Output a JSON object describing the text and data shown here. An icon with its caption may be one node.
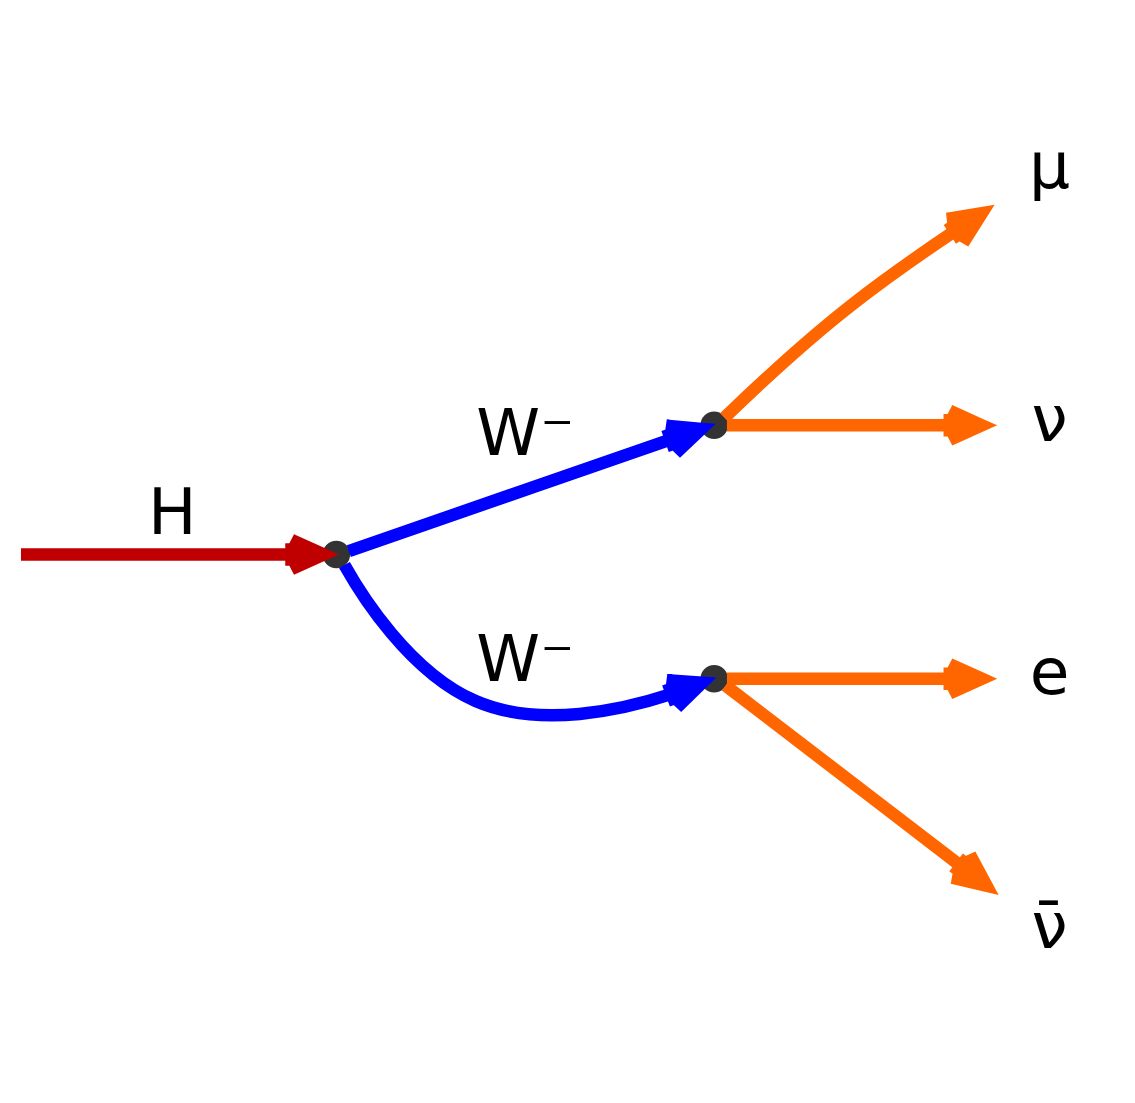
{
  "diagram": {
    "nodes": [
      {
        "text": [],
        "shape": "point"
      },
      {
        "text": [],
        "shape": "point"
      },
      {
        "text": [],
        "shape": "point"
      },
      {
        "text": [
          "μ"
        ]
      },
      {
        "text": [
          "ν"
        ]
      },
      {
        "text": [
          "e"
        ]
      },
      {
        "text": [
          "ν̄"
        ]
      }
    ],
    "edges": [
      {
        "from": null,
        "to": 0,
        "arrow": "to",
        "label": "H",
        "color": "#c00000"
      },
      {
        "from": 0,
        "to": 1,
        "arrow": "to",
        "label": "W⁻",
        "color": "#0000ff"
      },
      {
        "from": 0,
        "to": 2,
        "arrow": "to",
        "label": "W⁻",
        "color": "#0000ff"
      },
      {
        "from": 1,
        "to": 3,
        "arrow": "to"
      },
      {
        "from": 1,
        "to": 4,
        "arrow": "to"
      },
      {
        "from": 2,
        "to": 5,
        "arrow": "to"
      },
      {
        "from": 2,
        "to": 6,
        "arrow": "to"
      }
    ]
  }
}
